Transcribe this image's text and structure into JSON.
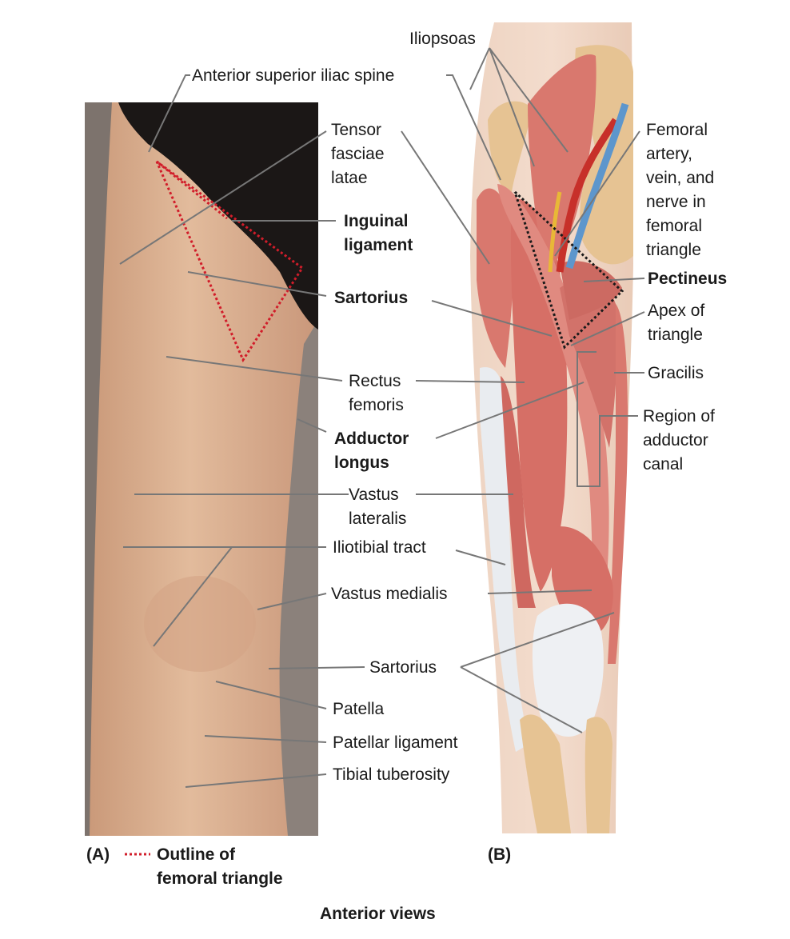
{
  "palette": {
    "background": "#ffffff",
    "photo_backdrop": "#8b817b",
    "skin": "#d8ae8e",
    "briefs": "#1b1716",
    "muscle": "#d9786e",
    "tendon": "#e9ecf0",
    "bone": "#e6c393",
    "artery": "#c7302a",
    "vein": "#5d96cc",
    "nerve": "#e8b837",
    "outline_dots": "#d11d2a",
    "leader_line": "#777777",
    "text": "#1a1a1a"
  },
  "labels": {
    "anterior_superior_iliac_spine": "Anterior superior iliac spine",
    "iliopsoas": "Iliopsoas",
    "tensor_fasciae_latae": "Tensor\nfasciae\nlatae",
    "femoral_vessels_nerve": "Femoral\nartery,\nvein, and\nnerve in\nfemoral\ntriangle",
    "inguinal_ligament": "Inguinal\nligament",
    "pectineus": "Pectineus",
    "sartorius_upper": "Sartorius",
    "apex_of_triangle": "Apex of\ntriangle",
    "gracilis": "Gracilis",
    "rectus_femoris": "Rectus\nfemoris",
    "region_of_adductor_canal": "Region of\nadductor\ncanal",
    "adductor_longus": "Adductor\nlongus",
    "vastus_lateralis": "Vastus\nlateralis",
    "iliotibial_tract": "Iliotibial tract",
    "vastus_medialis": "Vastus medialis",
    "sartorius_lower": "Sartorius",
    "patella": "Patella",
    "patellar_ligament": "Patellar ligament",
    "tibial_tuberosity": "Tibial tuberosity"
  },
  "legend": {
    "panel_a": "(A)",
    "panel_b": "(B)",
    "outline_text": "Outline of\nfemoral triangle"
  },
  "caption": "Anterior views"
}
